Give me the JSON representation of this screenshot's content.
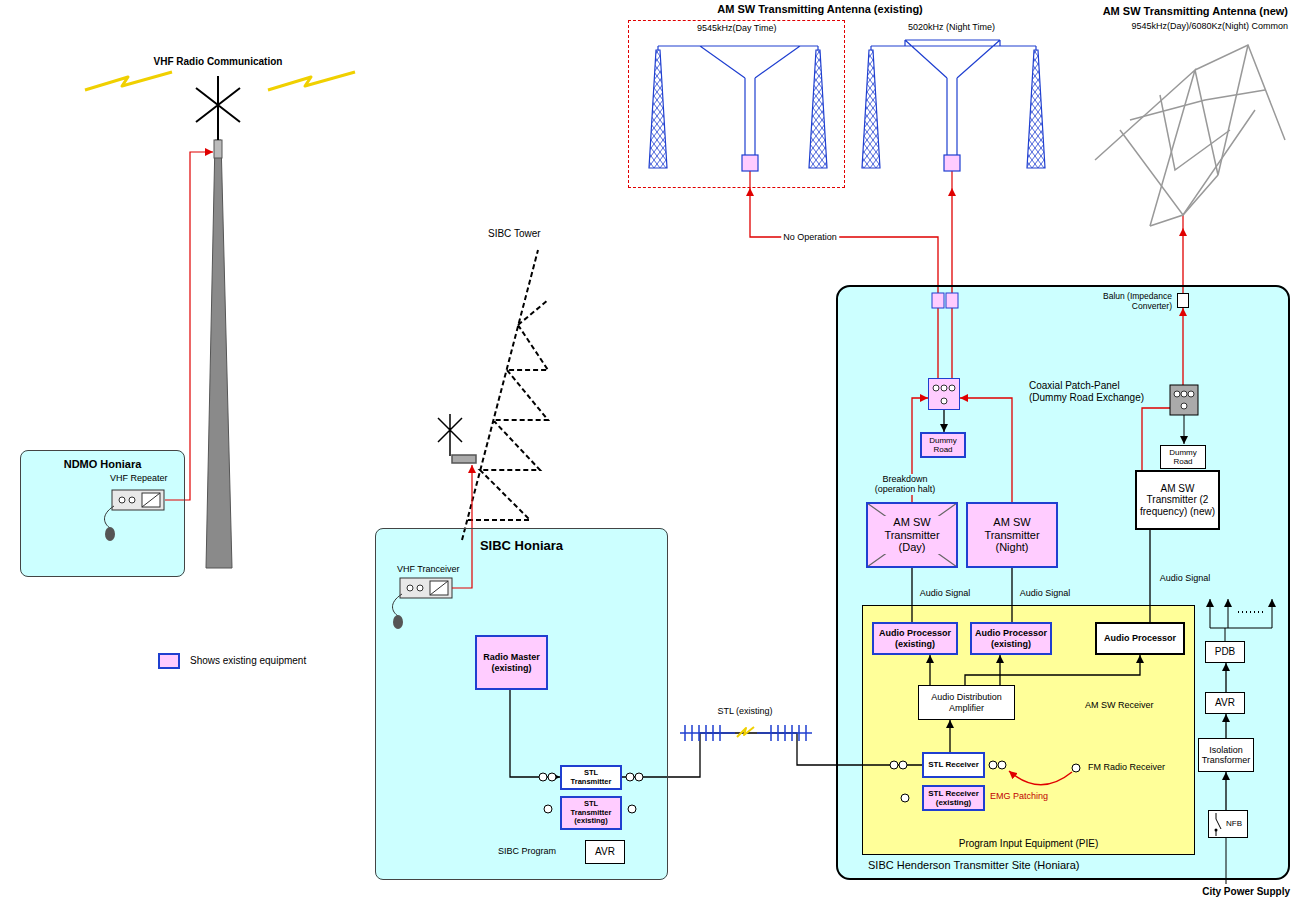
{
  "diagram": {
    "nodes": [
      {
        "text": [
          "9545kHz(Day Time)"
        ]
      },
      {
        "text": [
          "5020kHz (Night Time)"
        ]
      },
      {
        "text": [
          "AM SW Transmitting Antenna (new)",
          "9545kHz(Day)/6080Kz(Night) Common"
        ]
      },
      {
        "text": [
          "NDMO Honiara"
        ]
      },
      {
        "text": [
          "VHF Repeater"
        ],
        "in": 3
      },
      {
        "text": [
          "SIBC Honiara"
        ]
      },
      {
        "text": [
          "VHF Tranceiver"
        ],
        "in": 5
      },
      {
        "text": [
          "Radio Master (existing)"
        ],
        "in": 5
      },
      {
        "text": [
          "STL Transmitter"
        ],
        "in": 5
      },
      {
        "text": [
          "STL Transmitter (existing)"
        ],
        "in": 5
      },
      {
        "text": [
          "AVR"
        ],
        "in": 5
      },
      {
        "text": [
          "SIBC Henderson Transmitter Site (Honiara)"
        ]
      },
      {
        "text": [
          "Balun (Impedance Converter)"
        ],
        "in": 11
      },
      {
        "text": [
          "Coaxial Patch-Panel (Dummy Road Exchange)"
        ],
        "in": 11
      },
      {
        "text": [
          "Dummy Road"
        ],
        "in": 11
      },
      {
        "text": [
          "Dummy Road"
        ],
        "in": 11
      },
      {
        "text": [
          "AM SW Transmitter (Day)"
        ],
        "in": 11
      },
      {
        "text": [
          "AM SW Transmitter (Night)"
        ],
        "in": 11
      },
      {
        "text": [
          "AM SW Transmitter (2 frequency) (new)"
        ],
        "in": 11
      },
      {
        "text": [
          "Program Input Equipment (PIE)"
        ],
        "in": 11
      },
      {
        "text": [
          "Audio Processor (existing)"
        ],
        "in": 19
      },
      {
        "text": [
          "Audio Processor (existing)"
        ],
        "in": 19
      },
      {
        "text": [
          "Audio Processor"
        ],
        "in": 19
      },
      {
        "text": [
          "Audio Distribution Amplifier"
        ],
        "in": 19
      },
      {
        "text": [
          "STL Receiver"
        ],
        "in": 19
      },
      {
        "text": [
          "STL Receiver (existing)"
        ],
        "in": 19
      },
      {
        "text": [
          "PDB"
        ],
        "in": 11
      },
      {
        "text": [
          "AVR"
        ],
        "in": 11
      },
      {
        "text": [
          "Isolation Transformer"
        ],
        "in": 11
      },
      {
        "text": [
          "NFB"
        ],
        "in": 11
      }
    ],
    "edges": [
      {
        "from": 7,
        "to": 8,
        "arrow": "to"
      },
      {
        "from": 8,
        "to": 24,
        "arrow": "none"
      },
      {
        "from": 24,
        "to": 23,
        "arrow": "to"
      },
      {
        "from": 23,
        "to": 20,
        "arrow": "to"
      },
      {
        "from": 23,
        "to": 21,
        "arrow": "to"
      },
      {
        "from": 23,
        "to": 22,
        "arrow": "to"
      },
      {
        "from": 20,
        "to": 16,
        "arrow": "to",
        "label": "Audio Signal"
      },
      {
        "from": 21,
        "to": 17,
        "arrow": "to",
        "label": "Audio Signal"
      },
      {
        "from": 22,
        "to": 18,
        "arrow": "to",
        "label": "Audio Signal"
      },
      {
        "from": 16,
        "to": 13,
        "arrow": "to"
      },
      {
        "from": 17,
        "to": 13,
        "arrow": "to"
      },
      {
        "from": 13,
        "to": 14,
        "arrow": "to"
      },
      {
        "from": 13,
        "to": 0,
        "arrow": "to",
        "label": "No Operation"
      },
      {
        "from": 13,
        "to": 1,
        "arrow": "to"
      },
      {
        "from": 18,
        "to": 12,
        "arrow": "to"
      },
      {
        "from": 12,
        "to": 2,
        "arrow": "to"
      },
      {
        "from": 29,
        "to": 28,
        "arrow": "to"
      },
      {
        "from": 28,
        "to": 27,
        "arrow": "to"
      },
      {
        "from": 27,
        "to": 26,
        "arrow": "to"
      }
    ],
    "labels": [
      "VHF Radio Communication",
      "AM SW Transmitting Antenna (existing)",
      "SIBC Tower",
      "SIBC Program",
      "STL (existing)",
      "Breakdown (operation halt)",
      "AM SW Receiver",
      "FM Radio Receiver",
      "EMG Patching",
      "City Power Supply"
    ],
    "legend": [
      {
        "text": "Shows existing equipment",
        "color": "#ffccff"
      }
    ]
  }
}
